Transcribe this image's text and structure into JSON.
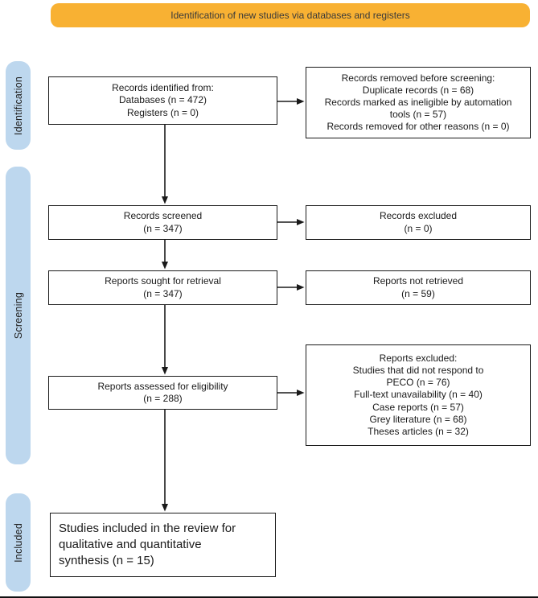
{
  "banner": {
    "label": "Identification of new studies via databases and registers",
    "bg": "#F8B133"
  },
  "stages": [
    {
      "label": "Identification"
    },
    {
      "label": "Screening"
    },
    {
      "label": "Included"
    }
  ],
  "stage_bg": "#BDD7EE",
  "flow": {
    "records_identified": "Records identified from:\nDatabases (n = 472)\nRegisters (n = 0)",
    "records_removed": "Records removed before screening:\nDuplicate records (n = 68)\nRecords marked as ineligible by automation\ntools (n = 57)\nRecords removed for other reasons (n = 0)",
    "records_screened": "Records screened\n(n = 347)",
    "records_excluded": "Records excluded\n(n = 0)",
    "reports_sought": "Reports sought for retrieval\n(n = 347)",
    "reports_not_retrieved": "Reports not retrieved\n(n = 59)",
    "reports_assessed": "Reports assessed for eligibility\n(n = 288)",
    "reports_excluded": "Reports excluded:\nStudies that did not respond to\nPECO (n = 76)\nFull-text unavailability (n = 40)\nCase reports (n = 57)\nGrey literature (n = 68)\nTheses articles (n = 32)",
    "studies_included": "Studies included in the review for\nqualitative and quantitative\nsynthesis  (n = 15)"
  },
  "counts": {
    "databases": 472,
    "registers": 0,
    "duplicates_removed": 68,
    "automation_ineligible": 57,
    "other_reasons_removed": 0,
    "records_screened": 347,
    "records_excluded": 0,
    "reports_sought": 347,
    "reports_not_retrieved": 59,
    "reports_assessed": 288,
    "excluded_peco": 76,
    "excluded_fulltext_unavailable": 40,
    "excluded_case_reports": 57,
    "excluded_grey_literature": 68,
    "excluded_theses": 32,
    "studies_included": 15
  }
}
